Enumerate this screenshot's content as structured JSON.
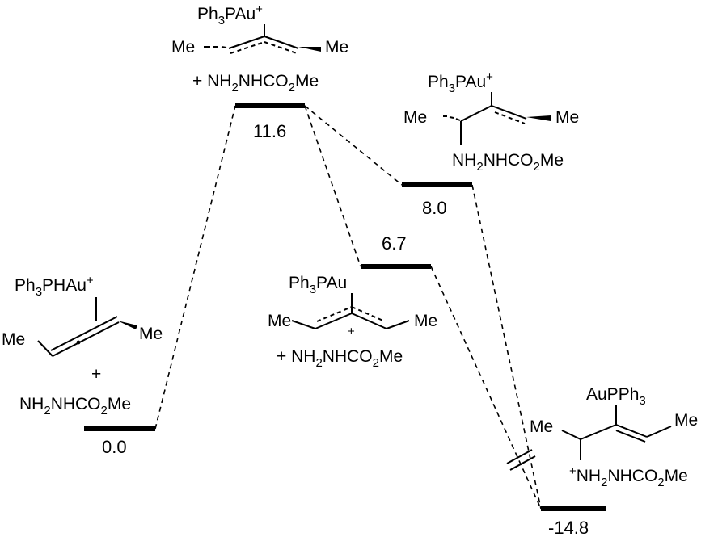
{
  "levels": [
    {
      "id": "reactant",
      "energy": "0.0",
      "structure": [
        "Ph",
        "3",
        "PHAu",
        "+",
        "Me",
        "Me",
        "+",
        "NH",
        "2",
        "NHCO",
        "2",
        "Me"
      ]
    },
    {
      "id": "transition_state",
      "energy": "11.6",
      "structure": [
        "Ph",
        "3",
        "PAu",
        "+",
        "Me",
        "Me",
        "+ NH",
        "2",
        "NHCO",
        "2",
        "Me"
      ]
    },
    {
      "id": "intermediate_a",
      "energy": "8.0",
      "structure": [
        "Ph",
        "3",
        "PAu",
        "+",
        "Me",
        "Me",
        "NH",
        "2",
        "NHCO",
        "2",
        "Me"
      ]
    },
    {
      "id": "intermediate_b",
      "energy": "6.7",
      "structure": [
        "Ph",
        "3",
        "PAu",
        "Me",
        "Me",
        "+",
        "+ NH",
        "2",
        "NHCO",
        "2",
        "Me"
      ]
    },
    {
      "id": "product",
      "energy": "-14.8",
      "structure": [
        "AuPPh",
        "3",
        "Me",
        "Me",
        "+",
        "NH",
        "2",
        "NHCO",
        "2",
        "Me"
      ]
    }
  ]
}
